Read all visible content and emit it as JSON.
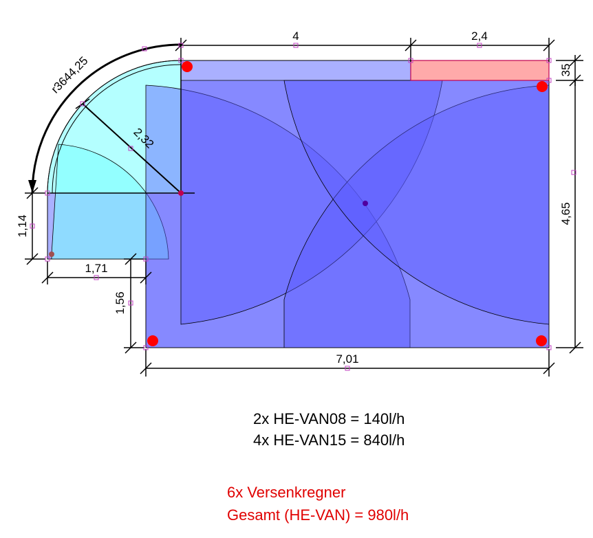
{
  "colors": {
    "lawn_fill": "#aab0ff",
    "outline": "#000000",
    "quarter_circle_fill": "#b4ffff",
    "small_quarter_fill": "#78ffff",
    "spray_fill": "#5a5aff",
    "bed_fill": "#ffaaaa",
    "bed_outline": "#c00050",
    "sprinkler_red": "#ff0000",
    "marker_purple": "#c040c0",
    "total_text": "#e00000"
  },
  "dimensions": {
    "top_width": "4",
    "top_right_width": "2,4",
    "bed_depth": "35",
    "right_height": "4,65",
    "bottom_width": "7,01",
    "radius_label": "r3644,25",
    "diagonal": "2,32",
    "left_height": "1,14",
    "bottom_left_width": "1,71",
    "lower_left_height": "1,56"
  },
  "summary": {
    "line1": "2x HE-VAN08 = 140l/h",
    "line2": "4x HE-VAN15 = 840l/h"
  },
  "totals": {
    "line1": "6x Versenkregner",
    "line2": "Gesamt (HE-VAN) = 980l/h"
  },
  "icons": {
    "sprinkler": "filled-red-circle",
    "vertex": "small-square-marker"
  }
}
